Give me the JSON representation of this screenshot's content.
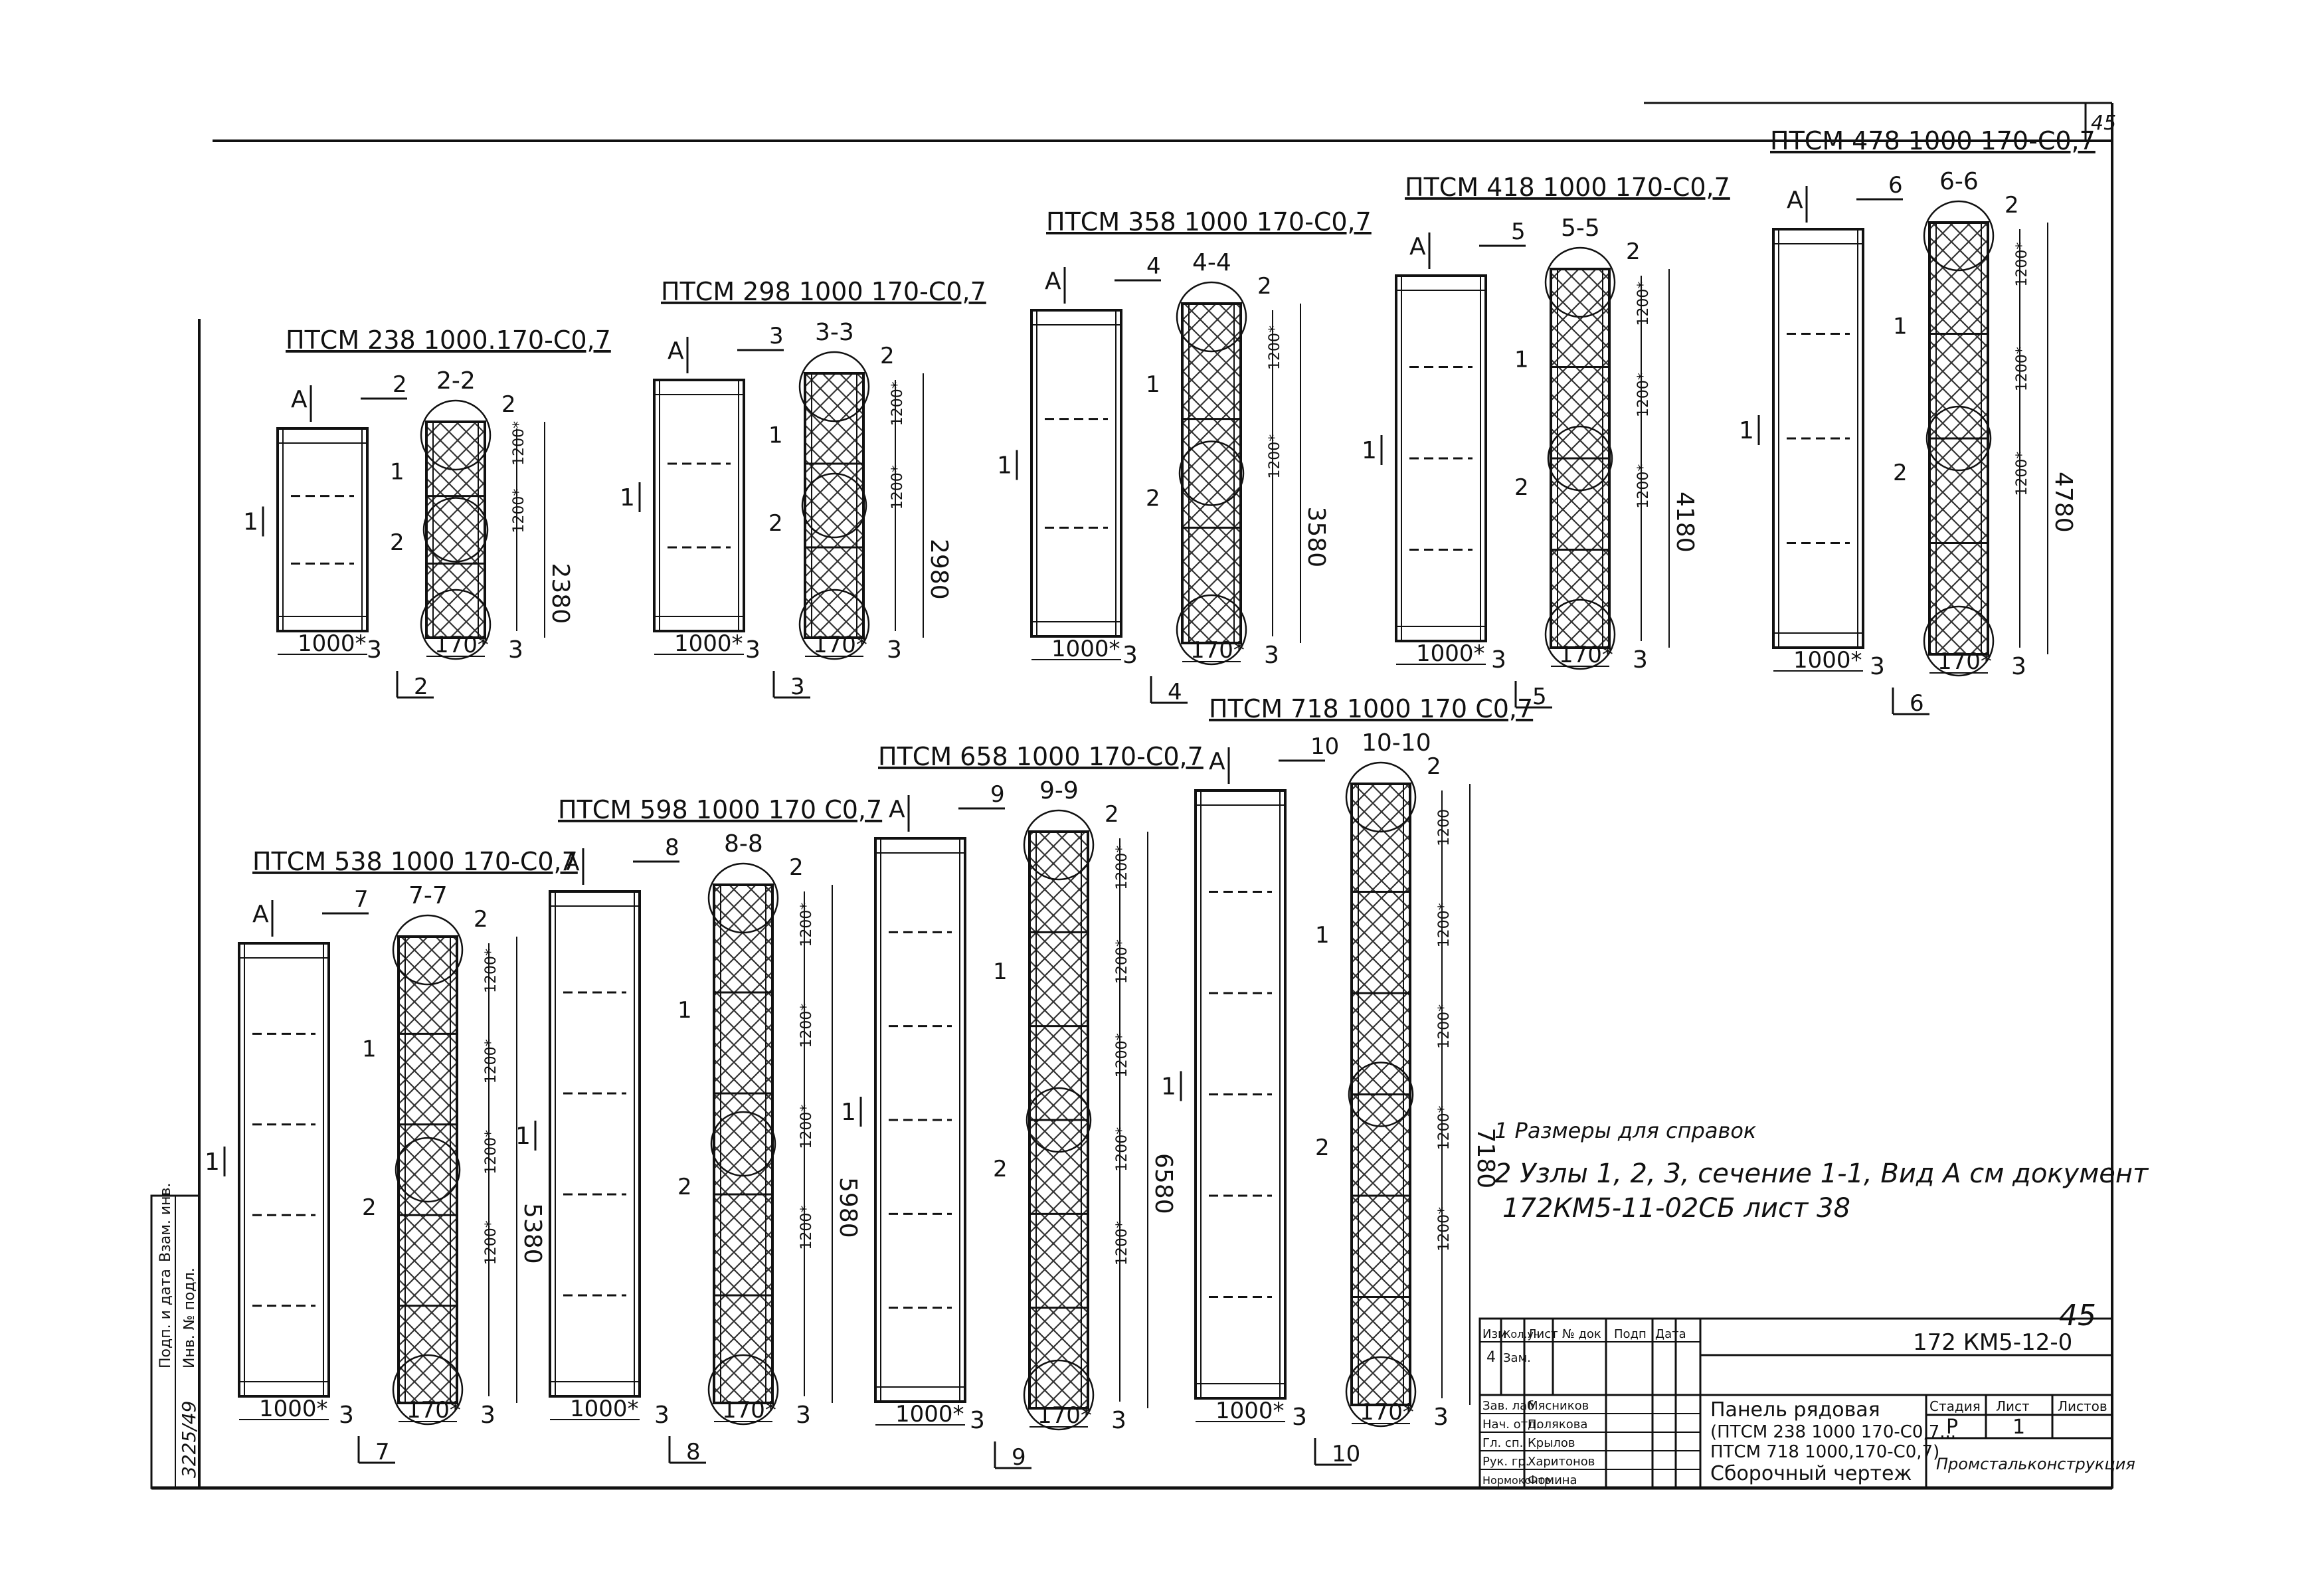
{
  "sheet": {
    "sheet_number": "45",
    "corner_mark": "45",
    "notes": [
      "1  Размеры для справок",
      "2 Узлы  1, 2, 3,  сечение  1-1,  Вид А  см  документ",
      "172КМ5-11-02СБ  лист 38"
    ],
    "side_stamp": [
      "Взам. инв.",
      "Подп. и дата",
      "Инв. № подл.",
      "3225/49"
    ]
  },
  "panels": [
    {
      "title": "ПТСМ 238 1000.170-С0,7",
      "section": "2-2",
      "section_no": "2",
      "height": "2380",
      "width": "1000*",
      "thickness": "170*",
      "view": "А",
      "cut": "1",
      "joints": [
        "1200*",
        "1200*"
      ]
    },
    {
      "title": "ПТСМ 298 1000 170-С0,7",
      "section": "3-3",
      "section_no": "3",
      "height": "2980",
      "width": "1000*",
      "thickness": "170*",
      "view": "А",
      "cut": "1",
      "joints": [
        "1200*",
        "1200*"
      ]
    },
    {
      "title": "ПТСМ 358 1000 170-С0,7",
      "section": "4-4",
      "section_no": "4",
      "height": "3580",
      "width": "1000*",
      "thickness": "170*",
      "view": "А",
      "cut": "1",
      "joints": [
        "1200*",
        "1200*"
      ]
    },
    {
      "title": "ПТСМ 418 1000 170-С0,7",
      "section": "5-5",
      "section_no": "5",
      "height": "4180",
      "width": "1000*",
      "thickness": "170*",
      "view": "А",
      "cut": "1",
      "joints": [
        "1200*",
        "1200*",
        "1200*"
      ]
    },
    {
      "title": "ПТСМ 478 1000 170-С0,7",
      "section": "6-6",
      "section_no": "6",
      "height": "4780",
      "width": "1000*",
      "thickness": "170*",
      "view": "А",
      "cut": "1",
      "joints": [
        "1200*",
        "1200*",
        "1200*"
      ]
    },
    {
      "title": "ПТСМ 538 1000 170-С0,7",
      "section": "7-7",
      "section_no": "7",
      "height": "5380",
      "width": "1000*",
      "thickness": "170*",
      "view": "А",
      "cut": "1",
      "joints": [
        "1200*",
        "1200*",
        "1200*",
        "1200*"
      ]
    },
    {
      "title": "ПТСМ 598 1000 170 С0,7",
      "section": "8-8",
      "section_no": "8",
      "height": "5980",
      "width": "1000*",
      "thickness": "170*",
      "view": "А",
      "cut": "1",
      "joints": [
        "1200*",
        "1200*",
        "1200*",
        "1200*"
      ]
    },
    {
      "title": "ПТСМ 658 1000 170-С0,7",
      "section": "9-9",
      "section_no": "9",
      "height": "6580",
      "width": "1000*",
      "thickness": "170*",
      "view": "А",
      "cut": "1",
      "joints": [
        "1200*",
        "1200*",
        "1200*",
        "1200*",
        "1200*"
      ]
    },
    {
      "title": "ПТСМ 718 1000 170 С0,7",
      "section": "10-10",
      "section_no": "10",
      "height": "7180",
      "width": "1000*",
      "thickness": "170*",
      "view": "А",
      "cut": "1",
      "joints": [
        "1200",
        "1200*",
        "1200*",
        "1200*",
        "1200*"
      ]
    }
  ],
  "title_block": {
    "doc_code": "172 КМ5-12-0",
    "name_line1": "Панель рядовая",
    "name_line2": "(ПТСМ 238 1000 170-С0,7...",
    "name_line3": "ПТСМ 718 1000,170-С0,7)",
    "name_line4": "Сборочный чертеж",
    "col_stage": "Стадия",
    "col_sheet": "Лист",
    "col_sheets": "Листов",
    "stage": "Р",
    "sheet": "1",
    "org": "Промстальконструкция",
    "rev_headers": [
      "Изм",
      "Кол.уч",
      "Лист",
      "№ док",
      "Подп",
      "Дата"
    ],
    "rev_row": [
      "4",
      "Зам.",
      "",
      "",
      "",
      ""
    ],
    "roles": [
      "Зав. лаб.",
      "Нач. отд.",
      "Гл. сп.",
      "Рук. гр.",
      "Нормоконтр."
    ],
    "names": [
      "Мясников",
      "Полякова",
      "Крылов",
      "Харитонов",
      "Фомина"
    ]
  }
}
